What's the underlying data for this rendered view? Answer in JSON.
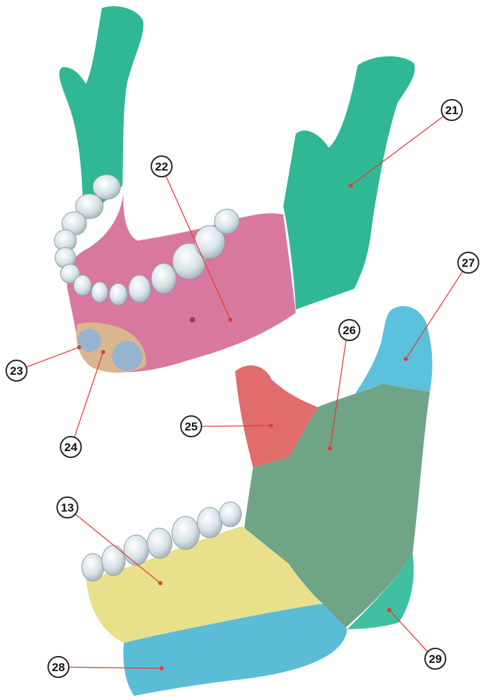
{
  "figure": {
    "subject": "Human mandible, regional anatomy",
    "labels": [
      {
        "id": "21",
        "text": "21"
      },
      {
        "id": "22",
        "text": "22"
      },
      {
        "id": "23",
        "text": "23"
      },
      {
        "id": "24",
        "text": "24"
      },
      {
        "id": "25",
        "text": "25"
      },
      {
        "id": "26",
        "text": "26"
      },
      {
        "id": "27",
        "text": "27"
      },
      {
        "id": "13",
        "text": "13"
      },
      {
        "id": "28",
        "text": "28"
      },
      {
        "id": "29",
        "text": "29"
      }
    ],
    "colors": {
      "ramus_green": "#2fb893",
      "body_pink": "#d9789e",
      "mental_blue": "#8fb4d6",
      "protuberance_tan": "#d9b68f",
      "coronoid_red": "#e06c6c",
      "ramus_gray_green": "#6fa487",
      "condyle_blue": "#5bc1dc",
      "alveolar_yellow": "#e8e08a",
      "base_blue": "#5bbcd6",
      "angle_teal": "#3fc0a0",
      "teeth": "#dde6ea",
      "leader_line": "#e23b3b",
      "leader_dot": "#e23b3b"
    }
  }
}
